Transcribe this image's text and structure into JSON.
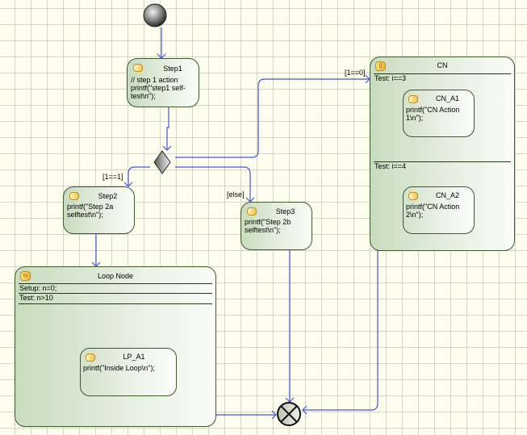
{
  "diagram": {
    "type": "activity-diagram",
    "colors": {
      "canvas": "#fefeef",
      "grid": "#d5d4c8",
      "node_border": "#3d5a2a",
      "node_fill": "#c8dcbf",
      "edge": "#4455dd",
      "action_icon": "#f0c350"
    },
    "initial_node": {
      "name": "initial"
    },
    "final_node": {
      "name": "activity-final"
    },
    "decision_node": {
      "name": "decision"
    },
    "actions": {
      "step1": {
        "title": "Step1",
        "body": "// step 1 action\nprintf(\"step1 self-\ntest\\n\");"
      },
      "step2": {
        "title": "Step2",
        "body": "printf(\"Step 2a\nselftest\\n\");"
      },
      "step3": {
        "title": "Step3",
        "body": "printf(\"Step 2b\nselftest\\n\");"
      }
    },
    "conditional_node": {
      "title": "CN",
      "icon": "[]",
      "clauses": [
        {
          "test": "Test: i==3",
          "action": {
            "title": "CN_A1",
            "body": "printf(\"CN Action\n1\\n\");"
          }
        },
        {
          "test": "Test: i==4",
          "action": {
            "title": "CN_A2",
            "body": "printf(\"CN Action\n2\\n\");"
          }
        }
      ]
    },
    "loop_node": {
      "title": "Loop Node",
      "icon": "to",
      "setup": "Setup: n=0;",
      "test": "Test: n>10",
      "action": {
        "title": "LP_A1",
        "body": "printf(\"Inside Loop\\n\");"
      }
    },
    "guards": {
      "to_step2": "[1==1]",
      "to_step3": "[else]",
      "to_cn": "[1==0]"
    },
    "edges": [
      {
        "from": "initial",
        "to": "Step1"
      },
      {
        "from": "Step1",
        "to": "decision"
      },
      {
        "from": "decision",
        "to": "Step2",
        "guard": "[1==1]"
      },
      {
        "from": "decision",
        "to": "Step3",
        "guard": "[else]"
      },
      {
        "from": "decision",
        "to": "CN",
        "guard": "[1==0]"
      },
      {
        "from": "Step2",
        "to": "Loop Node"
      },
      {
        "from": "Loop Node",
        "to": "activity-final"
      },
      {
        "from": "Step3",
        "to": "activity-final"
      },
      {
        "from": "CN",
        "to": "activity-final"
      }
    ]
  }
}
